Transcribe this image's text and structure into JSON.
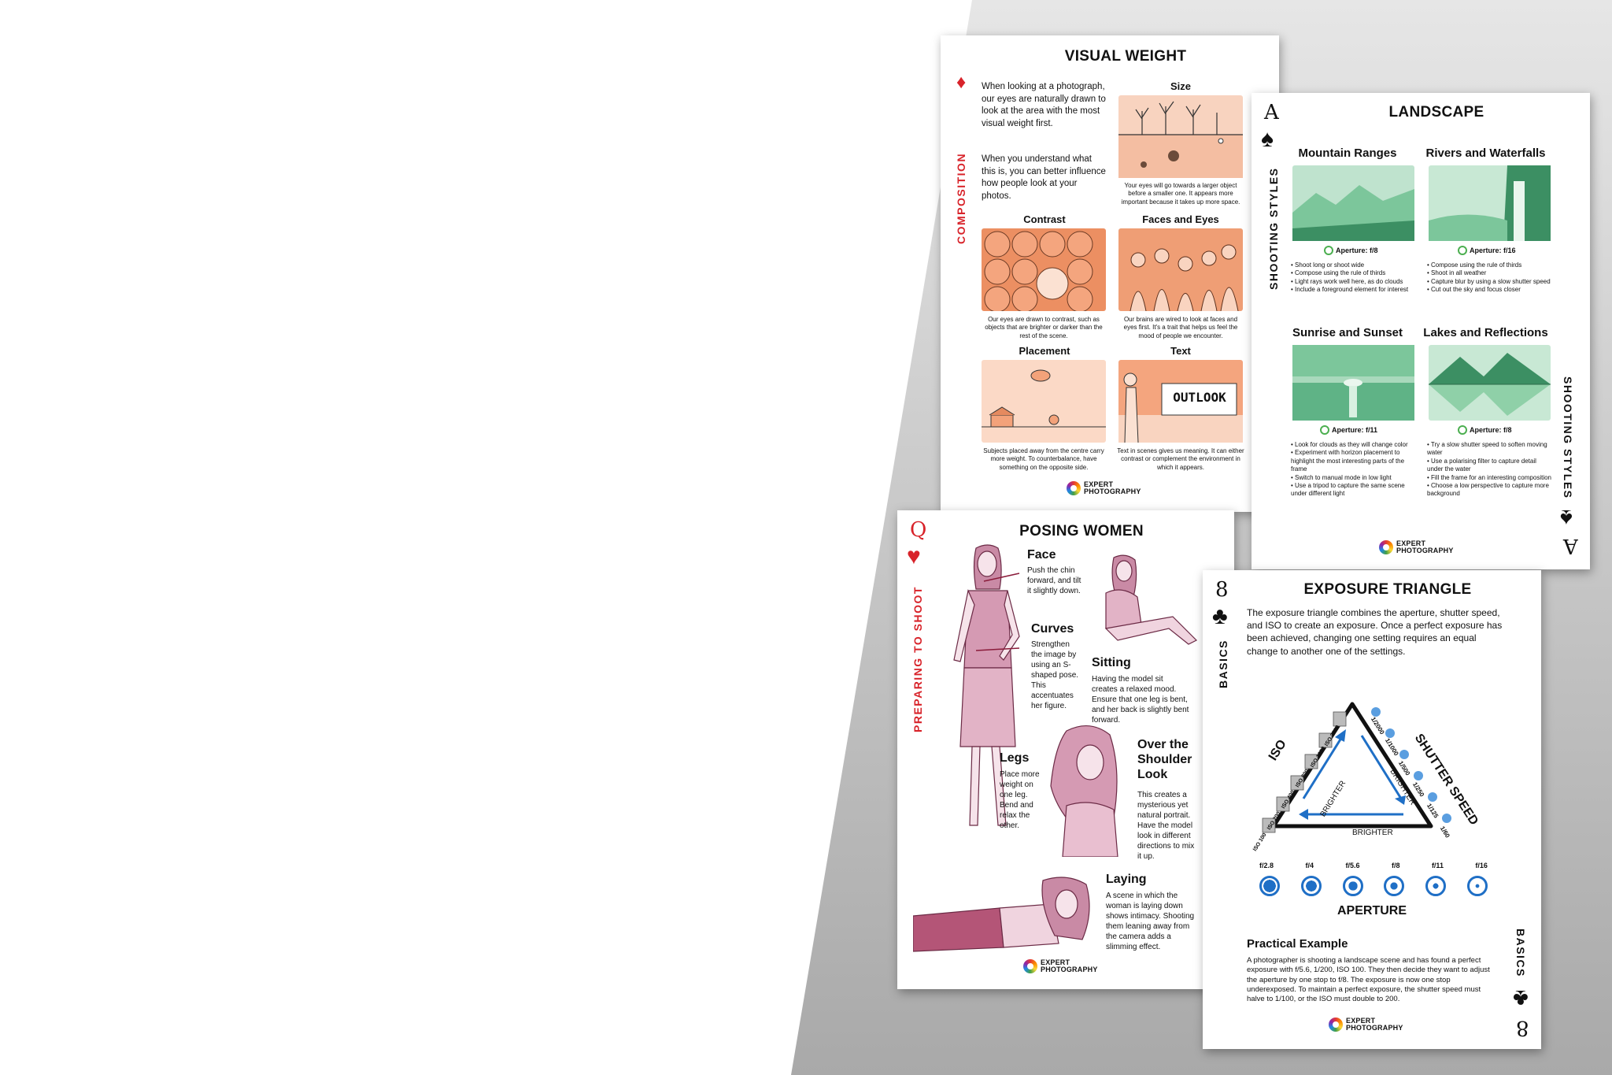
{
  "colors": {
    "accent_red": "#d8232a",
    "orange": "#f3a27a",
    "green": "#7cc69b",
    "pink": "#b45577",
    "blue": "#1f6fc6"
  },
  "card_visual_weight": {
    "title": "VISUAL WEIGHT",
    "side": "COMPOSITION",
    "intro1": "When looking at a photograph, our eyes are naturally drawn to look at the area with the most visual weight first.",
    "intro2": "When you understand what this is, you can better influence how people look at your photos.",
    "size": {
      "label": "Size",
      "caption": "Your eyes will go towards a larger object before a smaller one. It appears more important because it takes up more space."
    },
    "contrast": {
      "label": "Contrast",
      "caption": "Our eyes are drawn to contrast, such as objects that are brighter or darker than the rest of the scene."
    },
    "faces": {
      "label": "Faces and Eyes",
      "caption": "Our brains are wired to look at faces and eyes first. It's a trait that helps us feel the mood of people we encounter."
    },
    "placement": {
      "label": "Placement",
      "caption": "Subjects placed away from the centre carry more weight. To counterbalance, have something on the opposite side."
    },
    "text": {
      "label": "Text",
      "caption": "Text in scenes gives us meaning. It can either contrast or complement the environment in which it appears.",
      "sign": "OUTLOOK"
    },
    "logo": [
      "EXPERT",
      "PHOTOGRAPHY"
    ]
  },
  "card_landscape": {
    "rank": "A",
    "title": "LANDSCAPE",
    "side": "SHOOTING STYLES",
    "mountain": {
      "label": "Mountain Ranges",
      "aperture": "Aperture: f/8",
      "bullets": [
        "Shoot long or shoot wide",
        "Compose using the rule of thirds",
        "Light rays work well here, as do clouds",
        "Include a foreground element for interest"
      ]
    },
    "rivers": {
      "label": "Rivers and Waterfalls",
      "aperture": "Aperture: f/16",
      "bullets": [
        "Compose using the rule of thirds",
        "Shoot in all weather",
        "Capture blur by using a slow shutter speed",
        "Cut out the sky and focus closer"
      ]
    },
    "sunrise": {
      "label": "Sunrise and Sunset",
      "aperture": "Aperture: f/11",
      "bullets": [
        "Look for clouds as they will change color",
        "Experiment with horizon placement to highlight the most interesting parts of the frame",
        "Switch to manual mode in low light",
        "Use a tripod to capture the same scene under different light"
      ]
    },
    "lakes": {
      "label": "Lakes and Reflections",
      "aperture": "Aperture: f/8",
      "bullets": [
        "Try a slow shutter speed to soften moving water",
        "Use a polarising filter to capture detail under the water",
        "Fill the frame for an interesting composition",
        "Choose a low perspective to capture more background"
      ]
    },
    "logo": [
      "EXPERT",
      "PHOTOGRAPHY"
    ]
  },
  "card_posing": {
    "rank": "Q",
    "title": "POSING WOMEN",
    "side": "PREPARING TO SHOOT",
    "face": {
      "label": "Face",
      "text": "Push the chin forward, and tilt it slightly down."
    },
    "curves": {
      "label": "Curves",
      "text": "Strengthen the image by using an S-shaped pose. This accentuates her figure."
    },
    "sitting": {
      "label": "Sitting",
      "text": "Having the model sit creates a relaxed mood. Ensure that one leg is bent, and her back is slightly bent forward."
    },
    "legs": {
      "label": "Legs",
      "text": "Place more weight on one leg. Bend and relax the other."
    },
    "shoulder": {
      "label": "Over the Shoulder Look",
      "text": "This creates a mysterious yet natural portrait. Have the model look in different directions to mix it up."
    },
    "laying": {
      "label": "Laying",
      "text": "A scene in which the woman is laying down shows intimacy. Shooting them leaning away from the camera adds a slimming effect."
    },
    "logo": [
      "EXPERT",
      "PHOTOGRAPHY"
    ]
  },
  "card_exposure": {
    "rank": "8",
    "title": "EXPOSURE TRIANGLE",
    "side": "BASICS",
    "intro": "The exposure triangle combines the aperture, shutter speed, and ISO to create an exposure. Once a perfect exposure has been achieved, changing one setting requires an equal change to another one of the settings.",
    "iso_label": "ISO",
    "shutter_label": "SHUTTER SPEED",
    "aperture_label": "APERTURE",
    "brighter": "BRIGHTER",
    "iso_values": [
      "ISO 100",
      "ISO 200",
      "ISO 400",
      "ISO 800",
      "ISO 1600",
      "ISO 3200"
    ],
    "shutter_values": [
      "1/2000",
      "1/1000",
      "1/500",
      "1/250",
      "1/125",
      "1/60"
    ],
    "aperture_values": [
      "f/2.8",
      "f/4",
      "f/5.6",
      "f/8",
      "f/11",
      "f/16"
    ],
    "practical_title": "Practical Example",
    "practical": "A photographer is shooting a landscape scene and has found a perfect exposure with f/5.6, 1/200, ISO 100. They then decide they want to adjust the aperture by one stop to f/8. The exposure is now one stop underexposed. To maintain a perfect exposure, the shutter speed must halve to 1/100, or the ISO must double to 200.",
    "logo": [
      "EXPERT",
      "PHOTOGRAPHY"
    ]
  }
}
